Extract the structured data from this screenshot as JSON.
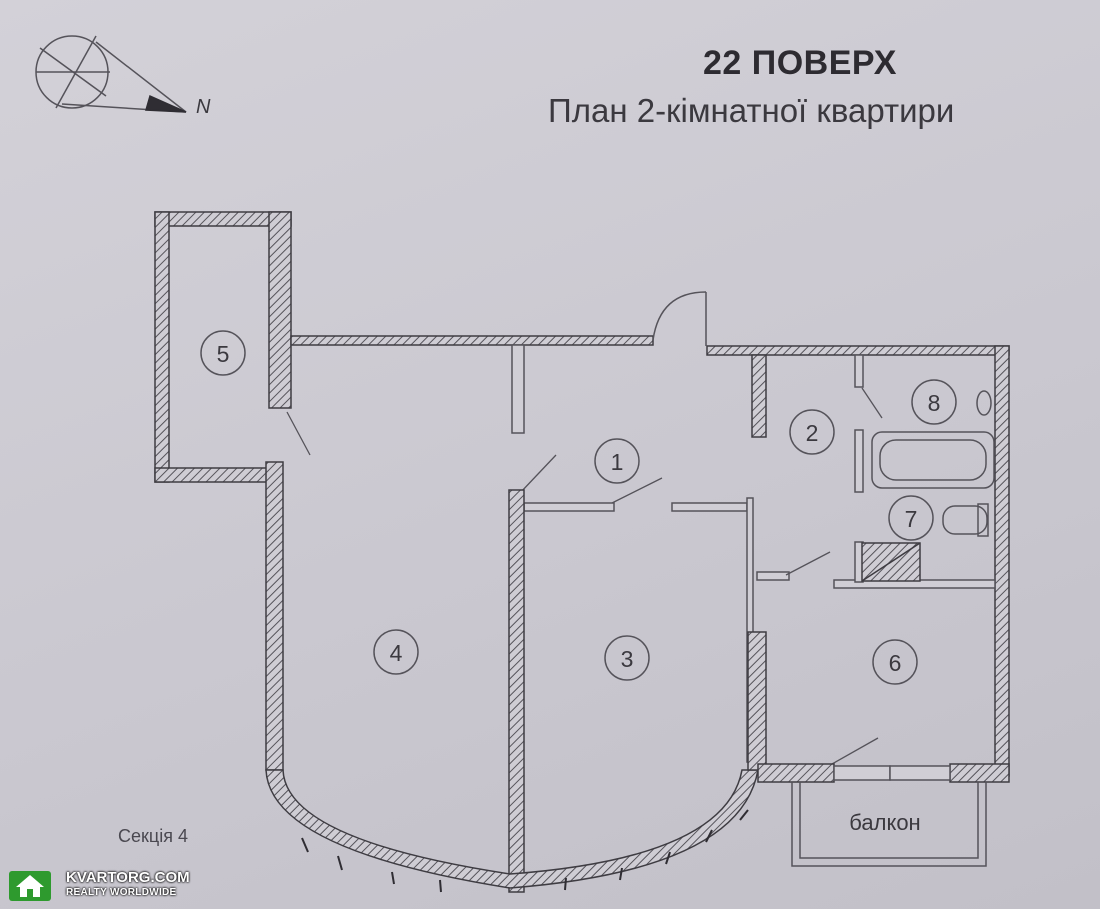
{
  "header": {
    "floor_title": "22 ПОВЕРХ",
    "plan_subtitle": "План 2-кімнатної квартири"
  },
  "compass": {
    "north_label": "N"
  },
  "rooms": [
    {
      "number": "1"
    },
    {
      "number": "2"
    },
    {
      "number": "3"
    },
    {
      "number": "4"
    },
    {
      "number": "5"
    },
    {
      "number": "6"
    },
    {
      "number": "7"
    },
    {
      "number": "8"
    }
  ],
  "balcony_label": "балкон",
  "section_label": "Секція 4",
  "watermark": {
    "name": "KVARTORG.COM",
    "tagline": "REALTY WORLDWIDE",
    "accent_color": "#2e9a2e"
  }
}
